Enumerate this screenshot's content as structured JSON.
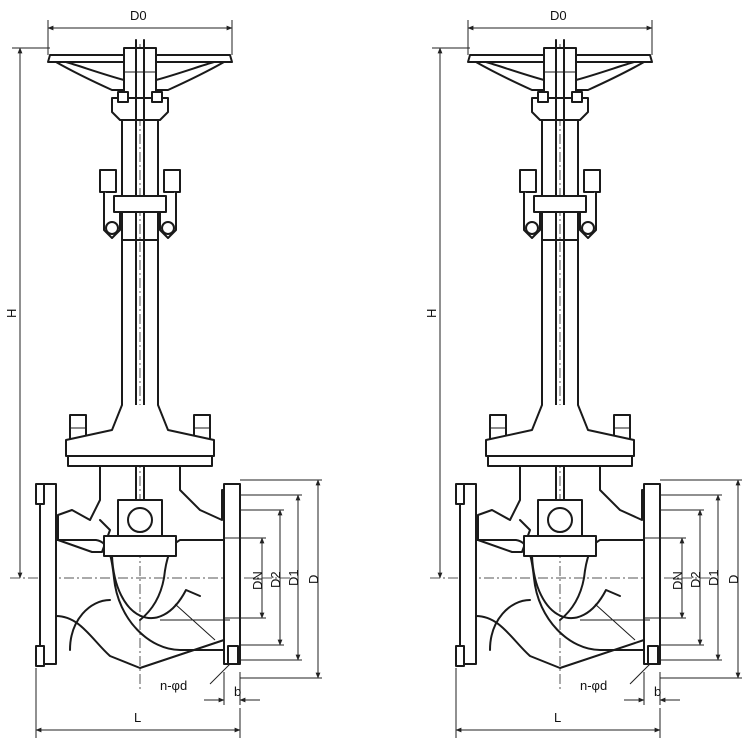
{
  "views": [
    {
      "name": "left",
      "labels": {
        "handwheel_diameter": "D0",
        "height": "H",
        "nominal_diameter": "DN",
        "d2": "D2",
        "d1": "D1",
        "d": "D",
        "bolt_holes": "n-φd",
        "flange_thickness": "b",
        "length": "L"
      }
    },
    {
      "name": "right",
      "labels": {
        "handwheel_diameter": "D0",
        "height": "H",
        "nominal_diameter": "DN",
        "d2": "D2",
        "d1": "D1",
        "d": "D",
        "bolt_holes": "n-φd",
        "flange_thickness": "b",
        "length": "L"
      }
    }
  ]
}
